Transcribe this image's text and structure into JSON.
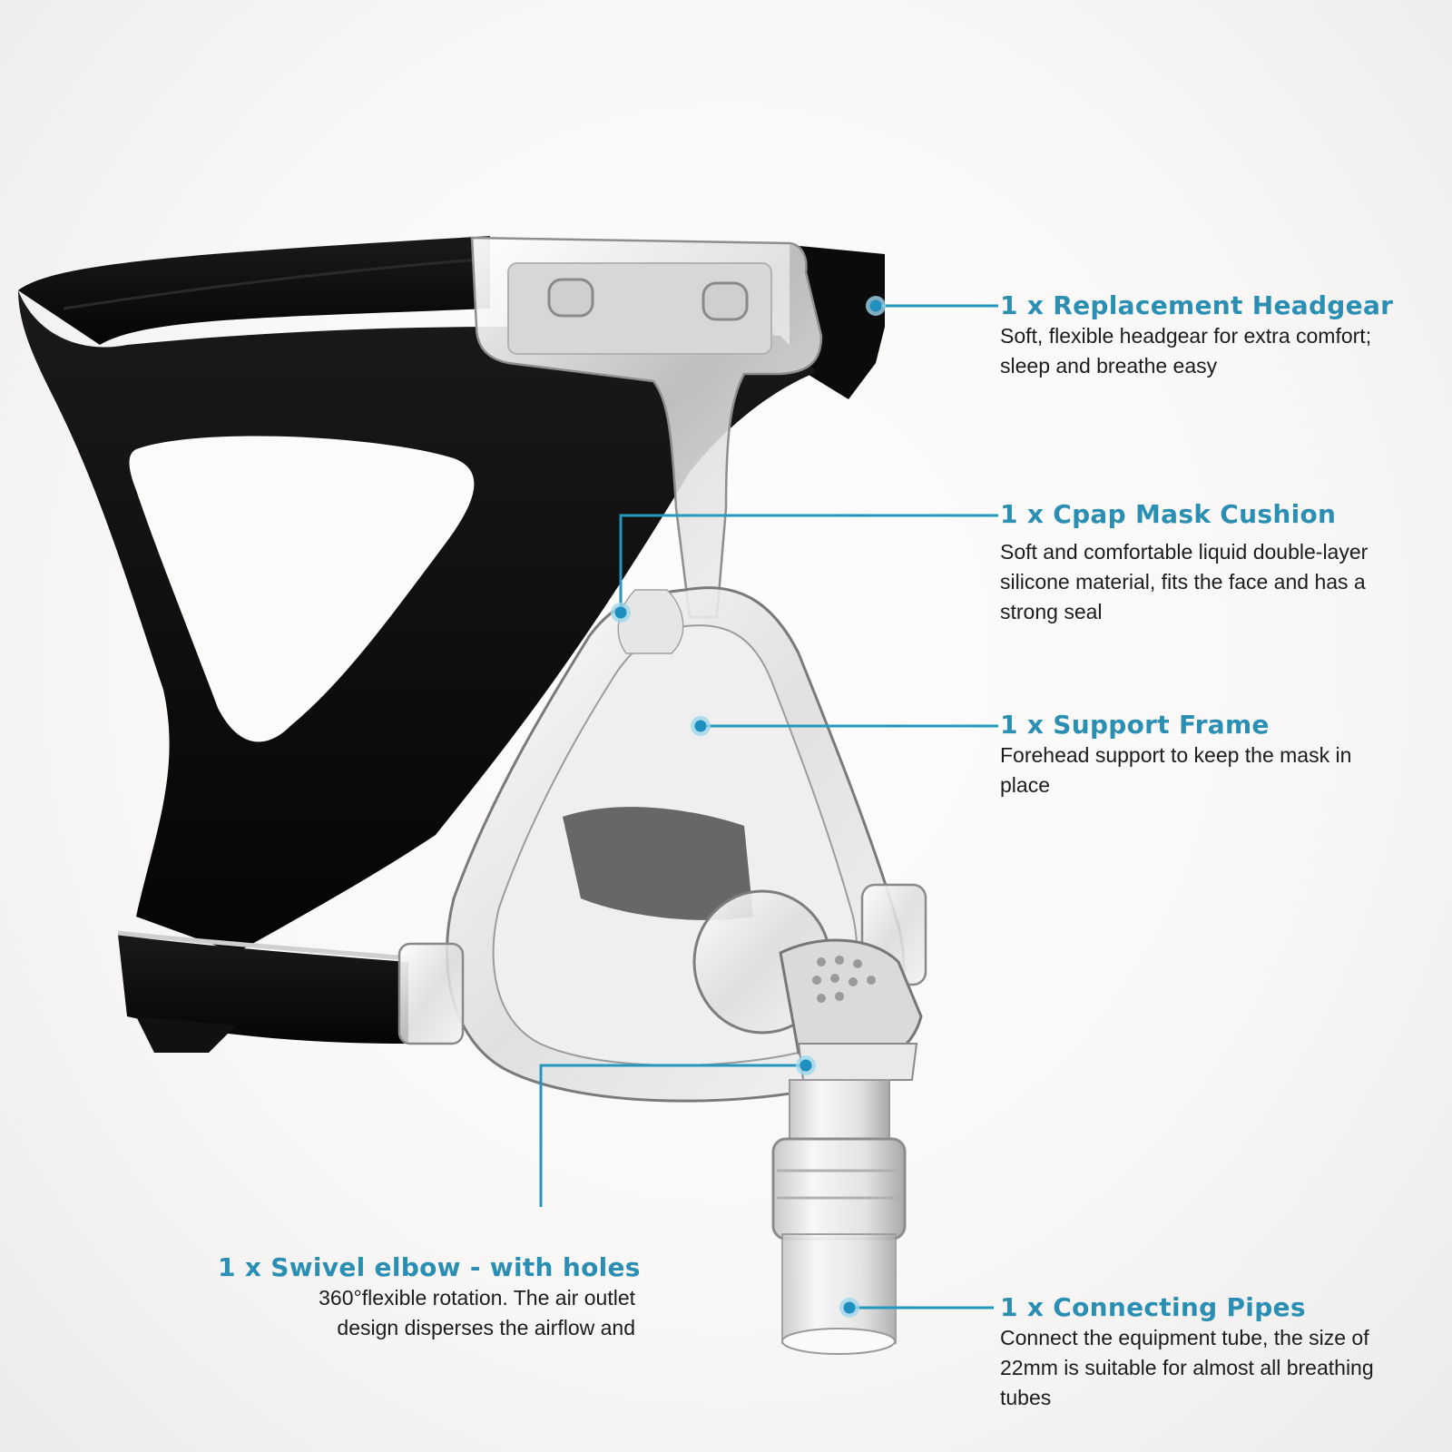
{
  "figure": {
    "subject": "Full face CPAP mask with headgear",
    "accent_color": "#2a8fb2",
    "line_color": "#2596be",
    "text_color": "#1c1c1c"
  },
  "callouts": [
    {
      "title": "1 x Replacement Headgear",
      "desc_lines": [
        "Soft, flexible headgear for extra comfort;",
        "sleep and breathe easy"
      ]
    },
    {
      "title": "1 x Cpap Mask Cushion",
      "desc_lines": [
        "Soft and comfortable liquid double-layer",
        "silicone material, fits the face and has a",
        "strong seal"
      ]
    },
    {
      "title": "1 x Support Frame",
      "desc_lines": [
        "Forehead support to keep the mask in",
        "place"
      ]
    },
    {
      "title": "1 x Swivel elbow - with holes",
      "desc_lines": [
        "360°flexible rotation. The air outlet",
        "design disperses the airflow and"
      ]
    },
    {
      "title": "1 x Connecting Pipes",
      "desc_lines": [
        "Connect the equipment tube, the size of",
        "22mm is suitable for almost all breathing",
        "tubes"
      ]
    }
  ]
}
